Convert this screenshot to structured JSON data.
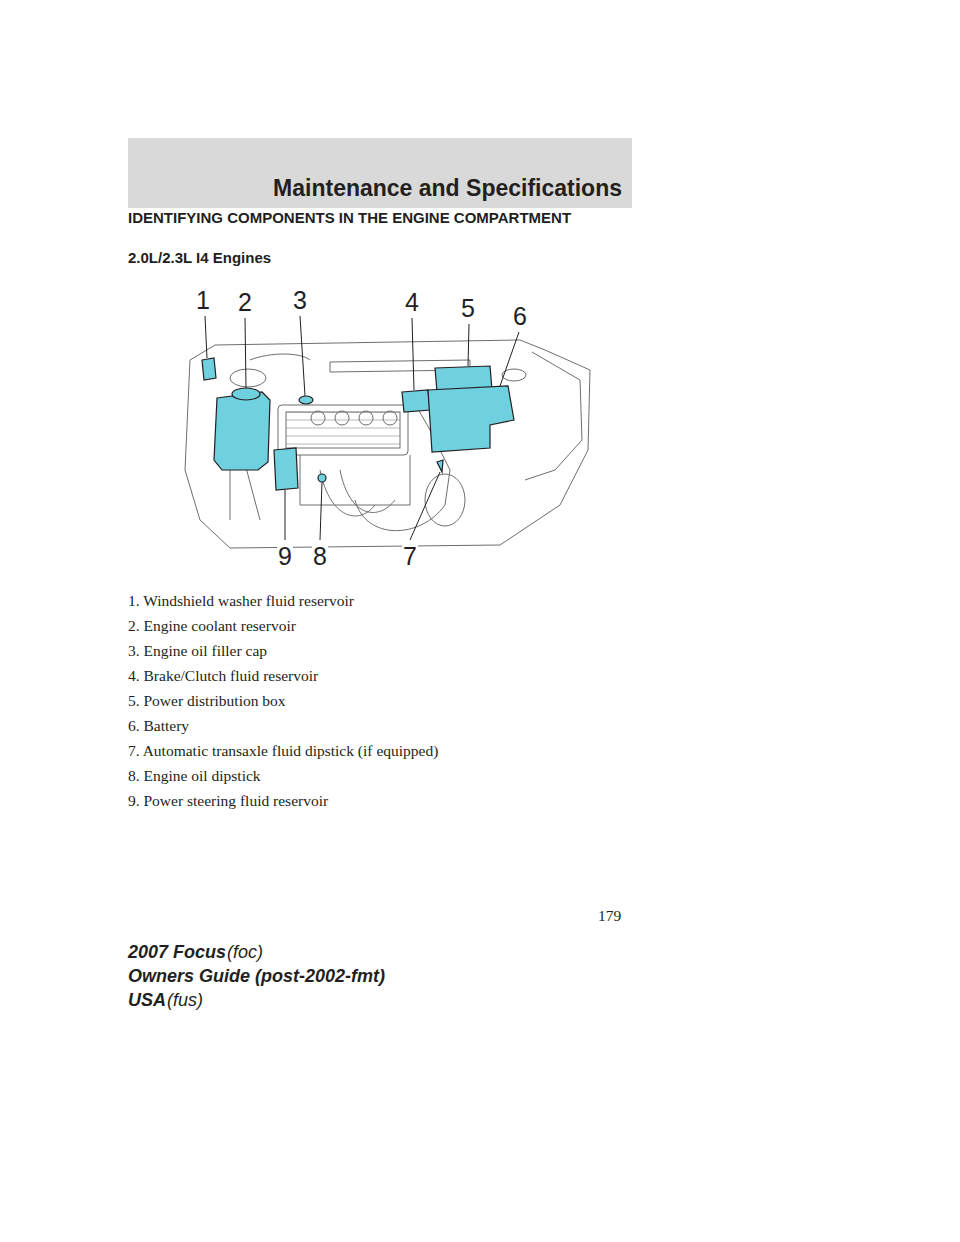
{
  "diagram": {
    "title": "IDENTIFYING COMPONENTS IN THE ENGINE COMPARTMENT",
    "nodes": [
      {
        "text": [
          "Maintenance and Specifications"
        ]
      }
    ],
    "labels": [
      "2.0L/2.3L I4 Engines",
      "1",
      "2",
      "3",
      "4",
      "5",
      "6",
      "9",
      "8",
      "7",
      "1. Windshield washer fluid reservoir",
      "2. Engine coolant reservoir",
      "3. Engine oil filler cap",
      "4. Brake/Clutch fluid reservoir",
      "5. Power distribution box",
      "6. Battery",
      "7. Automatic transaxle fluid dipstick (if equipped)",
      "8. Engine oil dipstick",
      "9. Power steering fluid reservoir",
      "179",
      "2007 Focus",
      "(foc)",
      "Owners Guide (post-2002-fmt)",
      "USA",
      "(fus)"
    ]
  }
}
